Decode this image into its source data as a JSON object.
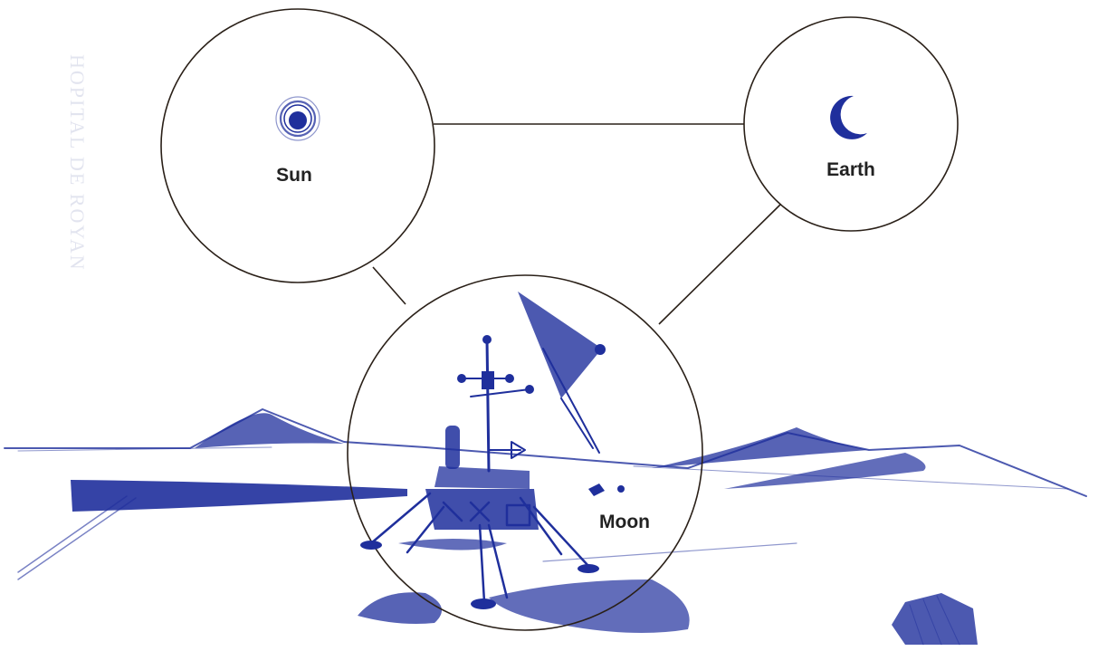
{
  "diagram": {
    "nodes": [
      {
        "id": "sun",
        "label": "Sun",
        "icon": "sun-icon"
      },
      {
        "id": "earth",
        "label": "Earth",
        "icon": "crescent-earth-icon"
      },
      {
        "id": "moon",
        "label": "Moon",
        "icon": "lunar-lander-icon"
      }
    ],
    "edges": [
      {
        "from": "sun",
        "to": "earth"
      },
      {
        "from": "sun",
        "to": "moon"
      },
      {
        "from": "earth",
        "to": "moon"
      }
    ],
    "watermark": "HOPITAL DE ROYAN",
    "colors": {
      "ink": "#1f2f9c",
      "line": "#2a2018",
      "background": "#ffffff"
    }
  }
}
